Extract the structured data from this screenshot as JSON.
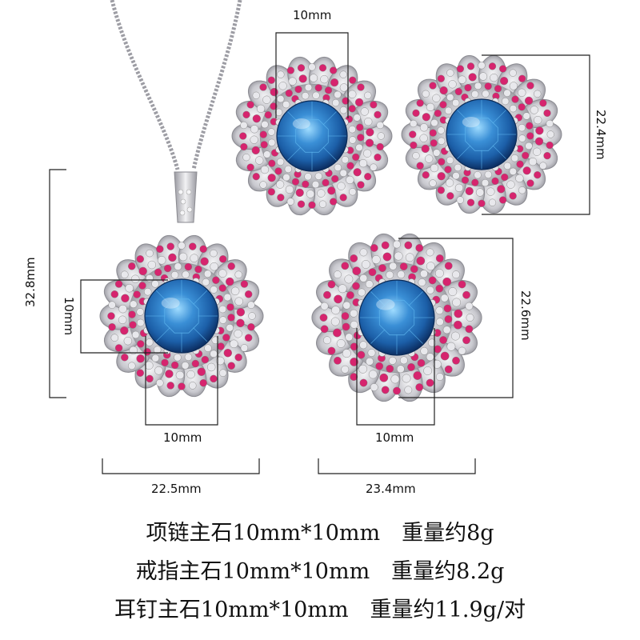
{
  "colors": {
    "stone": "#1c5fa8",
    "stone_light": "#5fb6ef",
    "ruby": "#d6246e",
    "crystal": "#e8e8ec",
    "metal": "#a9a9b0",
    "line": "#222222"
  },
  "dimensions": {
    "earring_stone": "10mm",
    "earring_height": "22.4mm",
    "pendant_height": "32.8mm",
    "pendant_stone_height": "10mm",
    "pendant_stone_width": "10mm",
    "pendant_width": "22.5mm",
    "ring_height": "22.6mm",
    "ring_stone": "10mm",
    "ring_width": "23.4mm"
  },
  "captions": {
    "necklace": "项链主石10mm*10mm　重量约8g",
    "ring": "戒指主石10mm*10mm　重量约8.2g",
    "earrings": "耳钉主石10mm*10mm　重量约11.9g/对"
  }
}
